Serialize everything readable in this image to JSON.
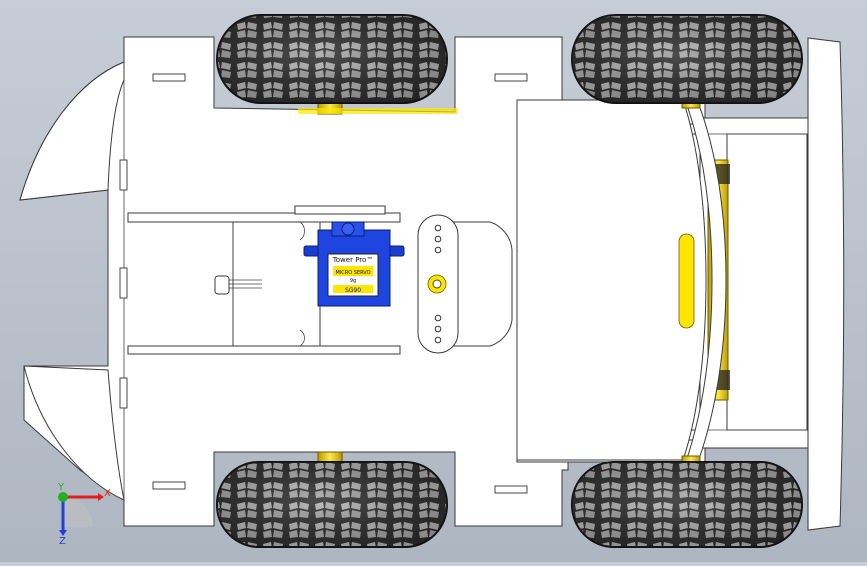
{
  "viewport": {
    "background_top": "#c6cdd6",
    "background_bottom": "#aeb6c2",
    "accent_yellow": "#ffe600",
    "servo_blue": "#1a3fd0"
  },
  "servo": {
    "brand": "Tower Pro™",
    "line1": "MICRO SERVO",
    "line2": "9g",
    "model": "SG90"
  },
  "triad": {
    "x_label": "X",
    "y_label": "Y",
    "z_label": "Z",
    "x_color": "#e02020",
    "y_color": "#20b020",
    "z_color": "#2040e0"
  },
  "icons": [
    "tire-tread",
    "servo-motor",
    "axis-triad"
  ]
}
